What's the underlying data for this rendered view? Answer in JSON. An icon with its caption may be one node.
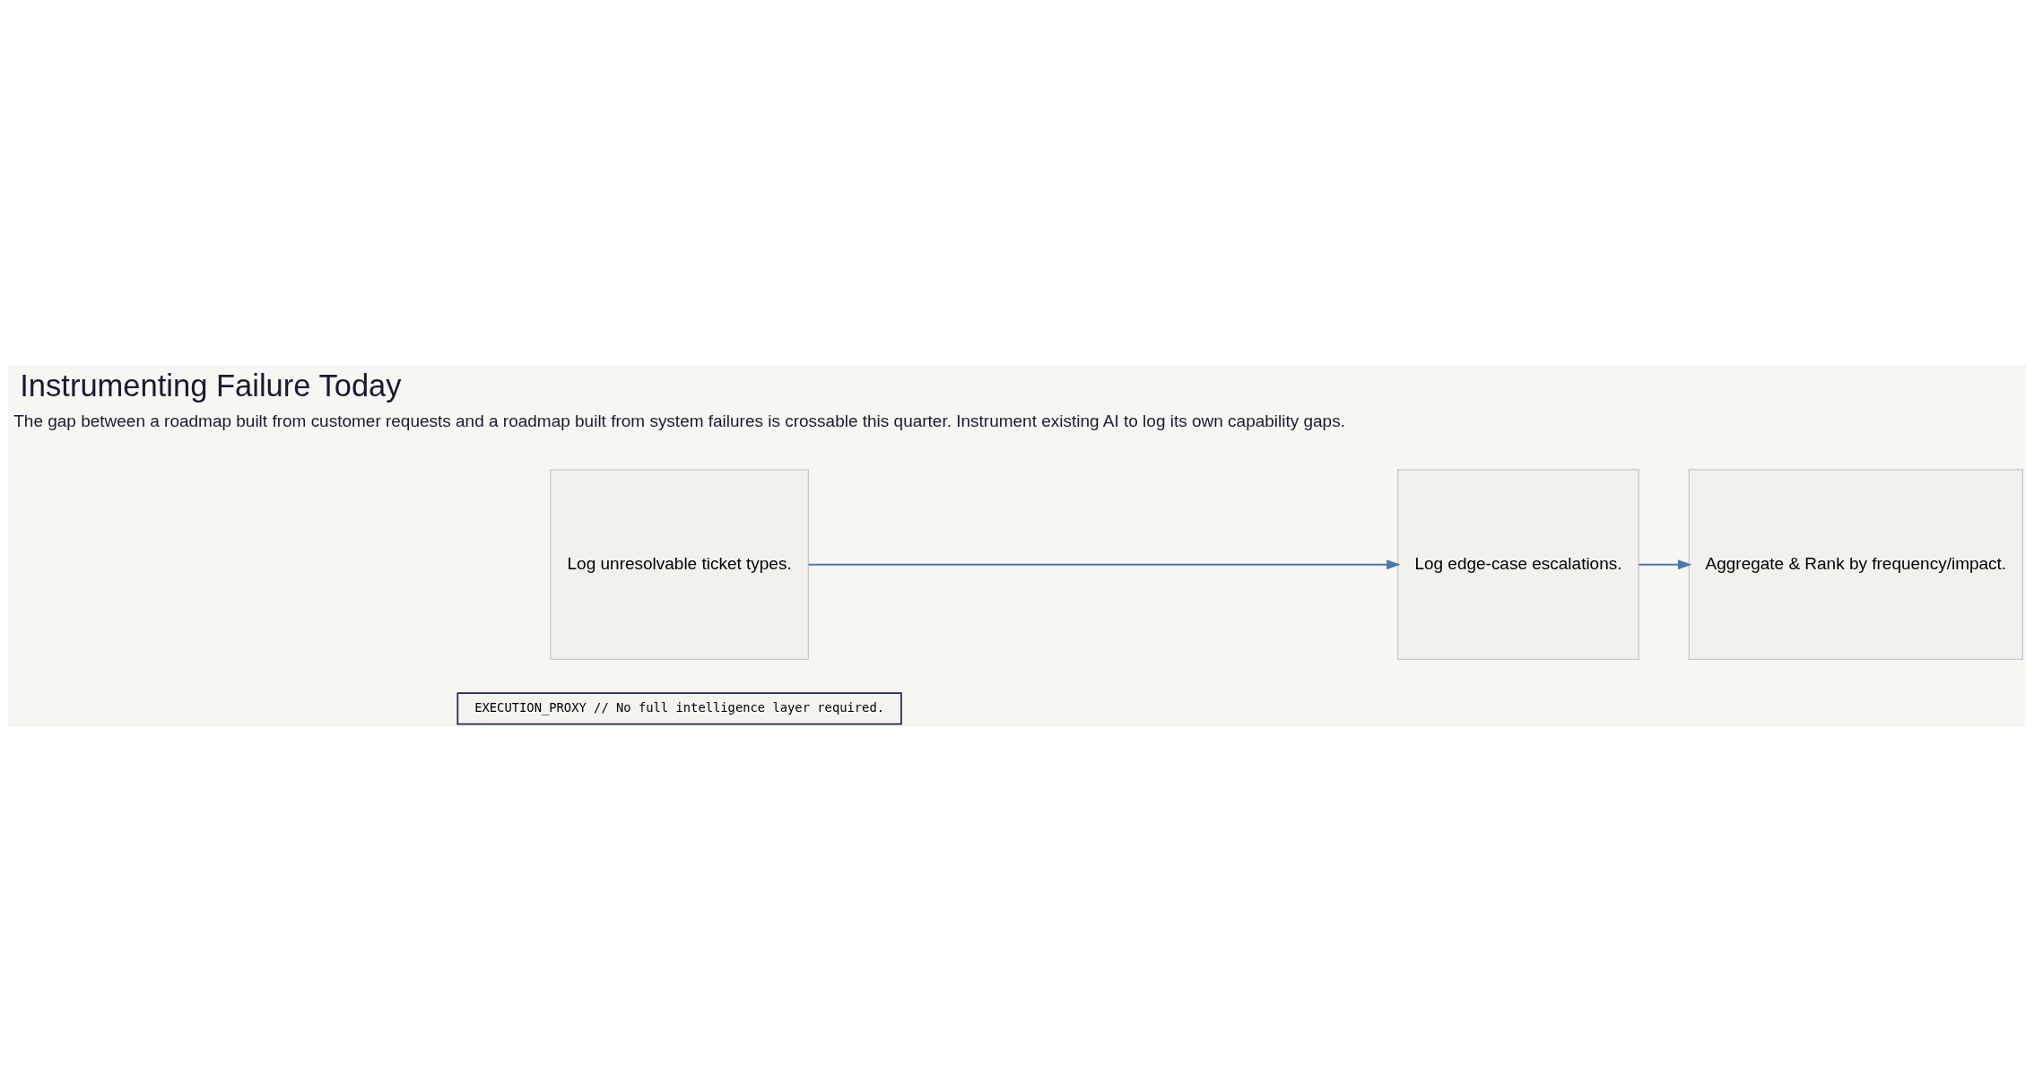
{
  "diagram": {
    "title": "Instrumenting Failure Today",
    "caption": "The gap between a roadmap built from customer requests and a roadmap built from system failures is crossable this quarter. Instrument existing AI to log its own capability gaps.",
    "nodes": [
      {
        "text": [
          "EXECUTION_PROXY // No full intelligence layer required."
        ]
      },
      {
        "text": [
          "Log unresolvable ticket types."
        ]
      },
      {
        "text": [
          "Log edge-case escalations."
        ]
      },
      {
        "text": [
          "Aggregate & Rank by frequency/impact."
        ]
      }
    ],
    "edges": [
      {
        "from": 1,
        "to": 2,
        "arrow": "to"
      },
      {
        "from": 2,
        "to": 3,
        "arrow": "to"
      }
    ]
  }
}
